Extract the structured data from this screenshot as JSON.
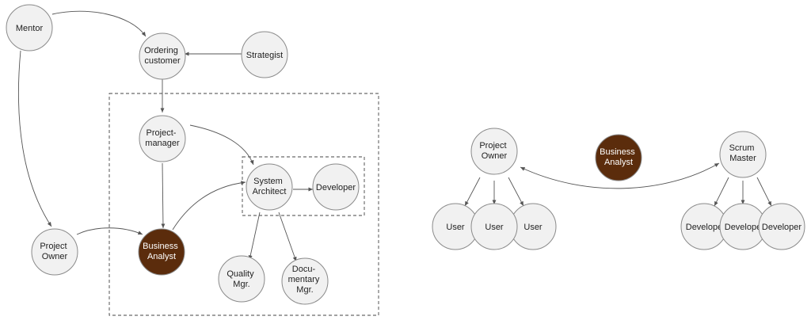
{
  "colors": {
    "node_fill": "#f1f1f1",
    "highlight_fill": "#5b2c0c",
    "highlight_text": "#ffffff",
    "node_text": "#222222",
    "edge": "#555555"
  },
  "left_diagram": {
    "nodes": {
      "mentor": [
        "Mentor"
      ],
      "ordering_customer": [
        "Ordering",
        "customer"
      ],
      "strategist": [
        "Strategist"
      ],
      "project_manager": [
        "Project-",
        "manager"
      ],
      "system_architect": [
        "System",
        "Architect"
      ],
      "developer": [
        "Developer"
      ],
      "project_owner": [
        "Project",
        "Owner"
      ],
      "business_analyst": [
        "Business",
        "Analyst"
      ],
      "quality_mgr": [
        "Quality",
        "Mgr."
      ],
      "documentary_mgr": [
        "Docu-",
        "mentary",
        "Mgr."
      ]
    }
  },
  "right_diagram": {
    "nodes": {
      "project_owner": [
        "Project",
        "Owner"
      ],
      "business_analyst": [
        "Business",
        "Analyst"
      ],
      "scrum_master": [
        "Scrum",
        "Master"
      ],
      "user_1": [
        "User"
      ],
      "user_2": [
        "User"
      ],
      "user_3": [
        "User"
      ],
      "developer_1": [
        "Develope"
      ],
      "developer_2": [
        "Develope"
      ],
      "developer_3": [
        "Developer"
      ]
    }
  }
}
